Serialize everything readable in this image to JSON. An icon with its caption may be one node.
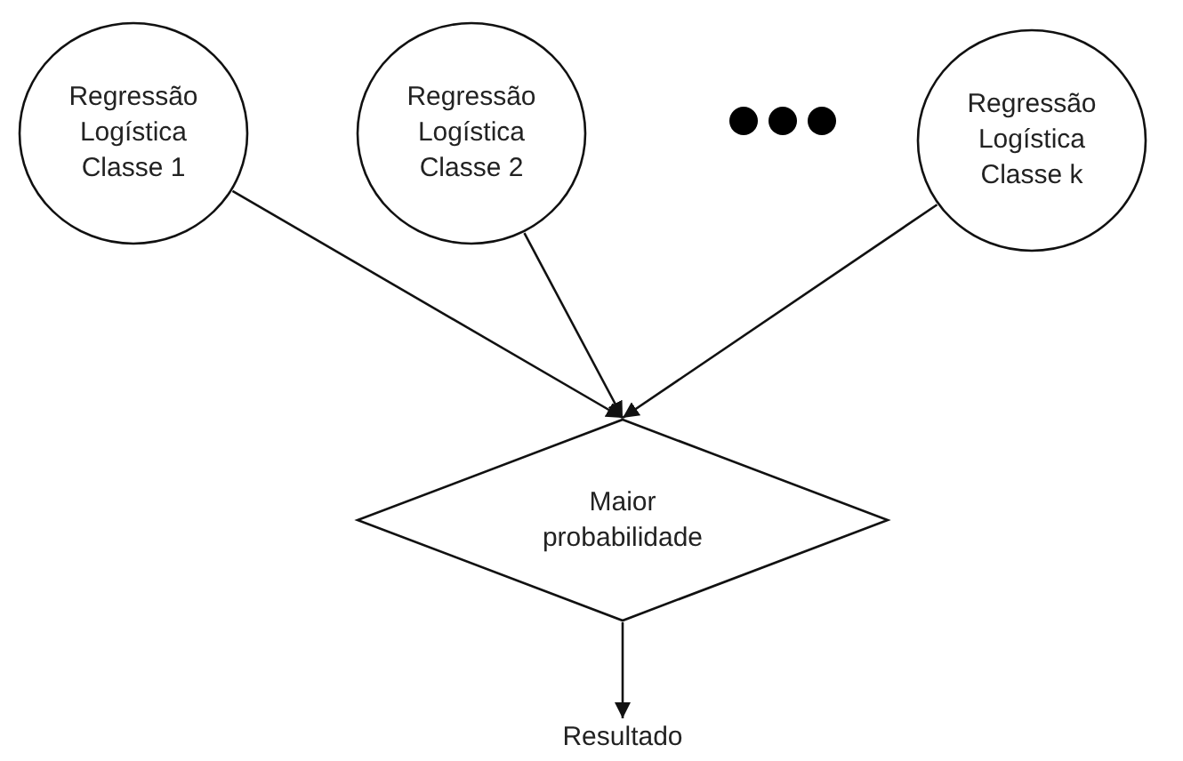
{
  "diagram": {
    "nodes": [
      {
        "text": [
          "Regressão Logística Classe 1"
        ]
      },
      {
        "text": [
          "Regressão Logística Classe 2"
        ]
      },
      {
        "text": [
          "Regressão Logística Classe k"
        ]
      },
      {
        "text": [
          "Maior probabilidade"
        ]
      },
      {
        "text": [
          "Resultado"
        ]
      }
    ],
    "edges": [
      {
        "from": 0,
        "to": 3,
        "arrow": "to"
      },
      {
        "from": 1,
        "to": 3,
        "arrow": "to"
      },
      {
        "from": 2,
        "to": 3,
        "arrow": "to"
      },
      {
        "from": 3,
        "to": 4,
        "arrow": "to"
      }
    ]
  }
}
